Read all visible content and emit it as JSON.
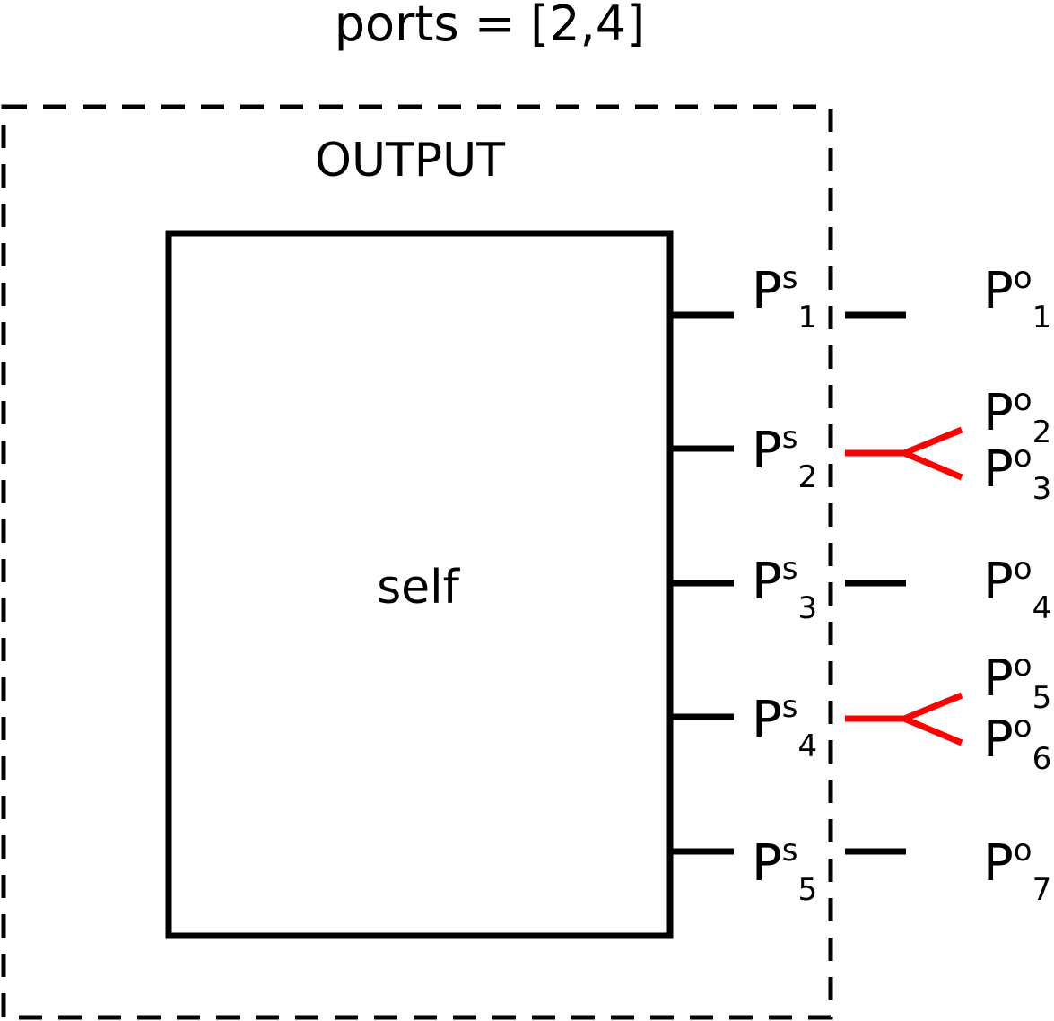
{
  "title": "ports = [2,4]",
  "outer_label": "OUTPUT",
  "inner_label": "self",
  "colors": {
    "line": "#000000",
    "highlight": "#ff0000"
  },
  "self_ports": [
    {
      "base": "P",
      "sup": "s",
      "sub": "1"
    },
    {
      "base": "P",
      "sup": "s",
      "sub": "2"
    },
    {
      "base": "P",
      "sup": "s",
      "sub": "3"
    },
    {
      "base": "P",
      "sup": "s",
      "sub": "4"
    },
    {
      "base": "P",
      "sup": "s",
      "sub": "5"
    }
  ],
  "output_ports": [
    {
      "base": "P",
      "sup": "o",
      "sub": "1"
    },
    {
      "base": "P",
      "sup": "o",
      "sub": "2"
    },
    {
      "base": "P",
      "sup": "o",
      "sub": "3"
    },
    {
      "base": "P",
      "sup": "o",
      "sub": "4"
    },
    {
      "base": "P",
      "sup": "o",
      "sub": "5"
    },
    {
      "base": "P",
      "sup": "o",
      "sub": "6"
    },
    {
      "base": "P",
      "sup": "o",
      "sub": "7"
    }
  ],
  "split_ports": [
    2,
    4
  ]
}
